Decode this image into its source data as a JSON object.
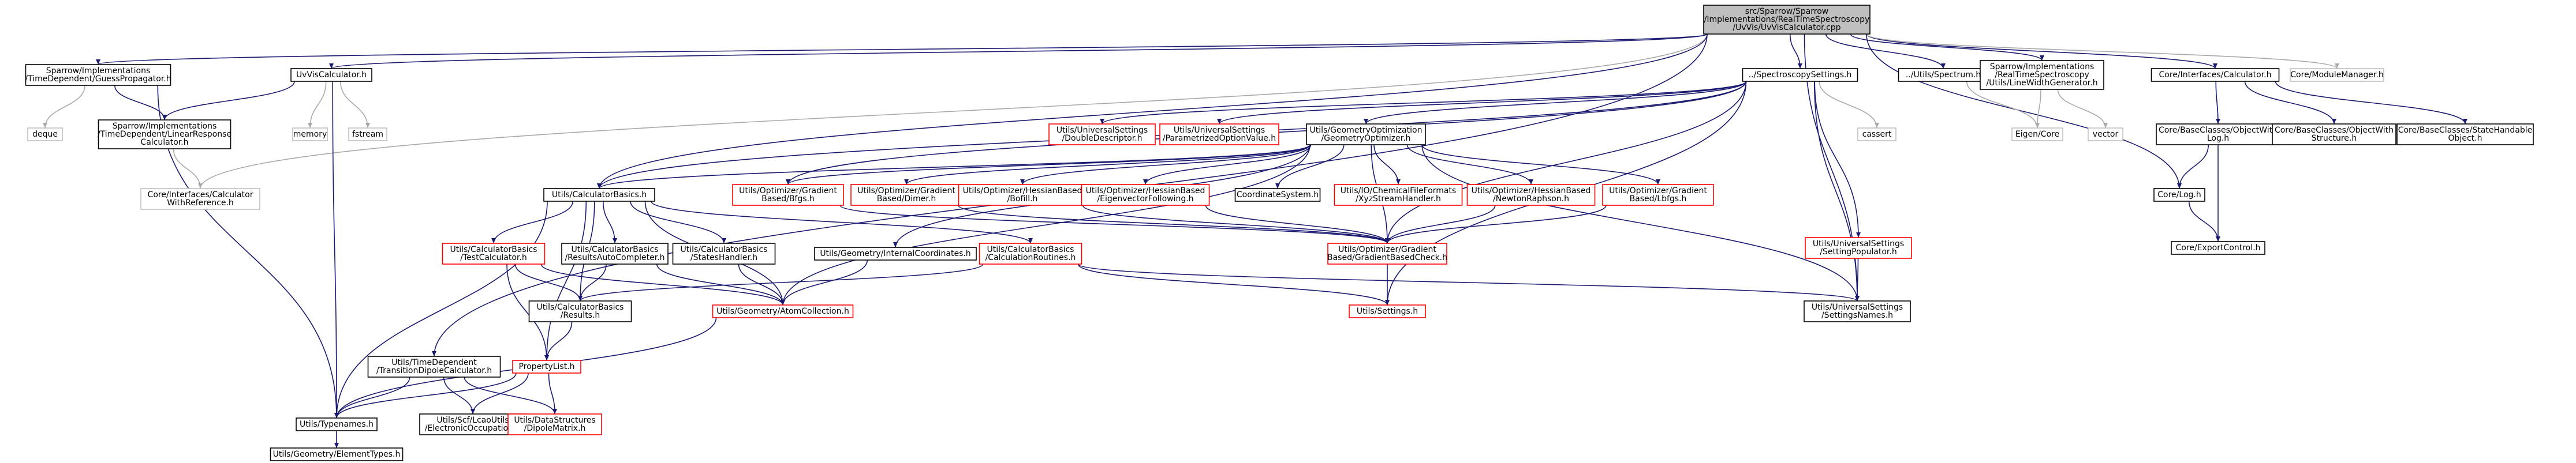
{
  "colors": {
    "edge_blue": "#191970",
    "edge_gray": "#a9a9a9",
    "border_black": "#000000",
    "border_red": "#ff0000",
    "border_gray": "#bfbfbf",
    "root_fill": "#bfbfbf",
    "text": "#000000",
    "text_red": "#000000"
  },
  "nodes": [
    {
      "id": "root",
      "lines": [
        "src/Sparrow/Sparrow",
        "/Implementations/RealTimeSpectroscopy",
        "/UvVis/UvVisCalculator.cpp"
      ],
      "style": "root"
    },
    {
      "id": "guess_prop",
      "lines": [
        "Sparrow/Implementations",
        "/TimeDependent/GuessPropagator.h"
      ],
      "style": "black"
    },
    {
      "id": "uvvis_calc",
      "lines": [
        "UvVisCalculator.h"
      ],
      "style": "black"
    },
    {
      "id": "spec_settings",
      "lines": [
        "../SpectroscopySettings.h"
      ],
      "style": "black"
    },
    {
      "id": "spectrum",
      "lines": [
        "../Utils/Spectrum.h"
      ],
      "style": "black"
    },
    {
      "id": "linewidth",
      "lines": [
        "Sparrow/Implementations",
        "/RealTimeSpectroscopy",
        "/Utils/LineWidthGenerator.h"
      ],
      "style": "black"
    },
    {
      "id": "core_calc",
      "lines": [
        "Core/Interfaces/Calculator.h"
      ],
      "style": "black"
    },
    {
      "id": "core_module",
      "lines": [
        "Core/ModuleManager.h"
      ],
      "style": "gray"
    },
    {
      "id": "deque",
      "lines": [
        "deque"
      ],
      "style": "gray"
    },
    {
      "id": "linear_resp",
      "lines": [
        "Sparrow/Implementations",
        "/TimeDependent/LinearResponse",
        "Calculator.h"
      ],
      "style": "black"
    },
    {
      "id": "memory",
      "lines": [
        "memory"
      ],
      "style": "gray"
    },
    {
      "id": "fstream",
      "lines": [
        "fstream"
      ],
      "style": "gray"
    },
    {
      "id": "double_desc",
      "lines": [
        "Utils/UniversalSettings",
        "/DoubleDescriptor.h"
      ],
      "style": "red"
    },
    {
      "id": "param_opt",
      "lines": [
        "Utils/UniversalSettings",
        "/ParametrizedOptionValue.h"
      ],
      "style": "red"
    },
    {
      "id": "geom_opt",
      "lines": [
        "Utils/GeometryOptimization",
        "/GeometryOptimizer.h"
      ],
      "style": "black"
    },
    {
      "id": "cassert",
      "lines": [
        "cassert"
      ],
      "style": "gray"
    },
    {
      "id": "eigen",
      "lines": [
        "Eigen/Core"
      ],
      "style": "gray"
    },
    {
      "id": "vector",
      "lines": [
        "vector"
      ],
      "style": "gray"
    },
    {
      "id": "obj_log",
      "lines": [
        "Core/BaseClasses/ObjectWith",
        "Log.h"
      ],
      "style": "black"
    },
    {
      "id": "obj_struct",
      "lines": [
        "Core/BaseClasses/ObjectWith",
        "Structure.h"
      ],
      "style": "black"
    },
    {
      "id": "state_obj",
      "lines": [
        "Core/BaseClasses/StateHandable",
        "Object.h"
      ],
      "style": "black"
    },
    {
      "id": "calc_withref",
      "lines": [
        "Core/Interfaces/Calculator",
        "WithReference.h"
      ],
      "style": "gray"
    },
    {
      "id": "calc_basics",
      "lines": [
        "Utils/CalculatorBasics.h"
      ],
      "style": "black"
    },
    {
      "id": "bfgs",
      "lines": [
        "Utils/Optimizer/Gradient",
        "Based/Bfgs.h"
      ],
      "style": "red"
    },
    {
      "id": "dimer",
      "lines": [
        "Utils/Optimizer/Gradient",
        "Based/Dimer.h"
      ],
      "style": "red"
    },
    {
      "id": "bofill",
      "lines": [
        "Utils/Optimizer/HessianBased",
        "/Bofill.h"
      ],
      "style": "red"
    },
    {
      "id": "eigvec",
      "lines": [
        "Utils/Optimizer/HessianBased",
        "/EigenvectorFollowing.h"
      ],
      "style": "red"
    },
    {
      "id": "coordsys",
      "lines": [
        "CoordinateSystem.h"
      ],
      "style": "black"
    },
    {
      "id": "xyz",
      "lines": [
        "Utils/IO/ChemicalFileFormats",
        "/XyzStreamHandler.h"
      ],
      "style": "red"
    },
    {
      "id": "newton",
      "lines": [
        "Utils/Optimizer/HessianBased",
        "/NewtonRaphson.h"
      ],
      "style": "red"
    },
    {
      "id": "lbfgs",
      "lines": [
        "Utils/Optimizer/Gradient",
        "Based/Lbfgs.h"
      ],
      "style": "red"
    },
    {
      "id": "setting_pop",
      "lines": [
        "Utils/UniversalSettings",
        "/SettingPopulator.h"
      ],
      "style": "red"
    },
    {
      "id": "log",
      "lines": [
        "Core/Log.h"
      ],
      "style": "black"
    },
    {
      "id": "test_calc",
      "lines": [
        "Utils/CalculatorBasics",
        "/TestCalculator.h"
      ],
      "style": "red"
    },
    {
      "id": "results_auto",
      "lines": [
        "Utils/CalculatorBasics",
        "/ResultsAutoCompleter.h"
      ],
      "style": "black"
    },
    {
      "id": "states_handler",
      "lines": [
        "Utils/CalculatorBasics",
        "/StatesHandler.h"
      ],
      "style": "black"
    },
    {
      "id": "internal_coords",
      "lines": [
        "Utils/Geometry/InternalCoordinates.h"
      ],
      "style": "black"
    },
    {
      "id": "calc_routines",
      "lines": [
        "Utils/CalculatorBasics",
        "/CalculationRoutines.h"
      ],
      "style": "red"
    },
    {
      "id": "grad_check",
      "lines": [
        "Utils/Optimizer/Gradient",
        "Based/GradientBasedCheck.h"
      ],
      "style": "red"
    },
    {
      "id": "export_ctrl",
      "lines": [
        "Core/ExportControl.h"
      ],
      "style": "black"
    },
    {
      "id": "results",
      "lines": [
        "Utils/CalculatorBasics",
        "/Results.h"
      ],
      "style": "black"
    },
    {
      "id": "atom_coll",
      "lines": [
        "Utils/Geometry/AtomCollection.h"
      ],
      "style": "red"
    },
    {
      "id": "settings",
      "lines": [
        "Utils/Settings.h"
      ],
      "style": "red"
    },
    {
      "id": "settings_names",
      "lines": [
        "Utils/UniversalSettings",
        "/SettingsNames.h"
      ],
      "style": "black"
    },
    {
      "id": "td_dipole",
      "lines": [
        "Utils/TimeDependent",
        "/TransitionDipoleCalculator.h"
      ],
      "style": "black"
    },
    {
      "id": "prop_list",
      "lines": [
        "PropertyList.h"
      ],
      "style": "red"
    },
    {
      "id": "typenames",
      "lines": [
        "Utils/Typenames.h"
      ],
      "style": "black"
    },
    {
      "id": "electronic_occ",
      "lines": [
        "Utils/Scf/LcaoUtils",
        "/ElectronicOccupation.h"
      ],
      "style": "black"
    },
    {
      "id": "dipole_matrix",
      "lines": [
        "Utils/DataStructures",
        "/DipoleMatrix.h"
      ],
      "style": "red"
    },
    {
      "id": "element_types",
      "lines": [
        "Utils/Geometry/ElementTypes.h"
      ],
      "style": "black"
    }
  ],
  "edges": [
    [
      "root",
      "guess_prop"
    ],
    [
      "root",
      "uvvis_calc"
    ],
    [
      "root",
      "spec_settings"
    ],
    [
      "root",
      "spectrum"
    ],
    [
      "root",
      "linewidth"
    ],
    [
      "root",
      "core_calc"
    ],
    [
      "root",
      "core_module"
    ],
    [
      "root",
      "calc_withref"
    ],
    [
      "root",
      "calc_basics"
    ],
    [
      "root",
      "td_dipole"
    ],
    [
      "root",
      "log"
    ],
    [
      "root",
      "settings_names"
    ],
    [
      "guess_prop",
      "deque"
    ],
    [
      "guess_prop",
      "linear_resp"
    ],
    [
      "guess_prop",
      "typenames"
    ],
    [
      "uvvis_calc",
      "linear_resp"
    ],
    [
      "uvvis_calc",
      "memory"
    ],
    [
      "uvvis_calc",
      "fstream"
    ],
    [
      "uvvis_calc",
      "typenames"
    ],
    [
      "linear_resp",
      "calc_withref"
    ],
    [
      "spec_settings",
      "double_desc"
    ],
    [
      "spec_settings",
      "param_opt"
    ],
    [
      "spec_settings",
      "geom_opt"
    ],
    [
      "spec_settings",
      "cassert"
    ],
    [
      "spec_settings",
      "calc_basics"
    ],
    [
      "spec_settings",
      "setting_pop"
    ],
    [
      "spec_settings",
      "settings_names"
    ],
    [
      "spec_settings",
      "settings"
    ],
    [
      "spec_settings",
      "grad_check"
    ],
    [
      "spec_settings",
      "bfgs"
    ],
    [
      "spectrum",
      "eigen"
    ],
    [
      "linewidth",
      "eigen"
    ],
    [
      "linewidth",
      "vector"
    ],
    [
      "core_calc",
      "obj_log"
    ],
    [
      "core_calc",
      "obj_struct"
    ],
    [
      "core_calc",
      "state_obj"
    ],
    [
      "obj_log",
      "log"
    ],
    [
      "obj_log",
      "export_ctrl"
    ],
    [
      "log",
      "export_ctrl"
    ],
    [
      "geom_opt",
      "calc_basics"
    ],
    [
      "geom_opt",
      "bfgs"
    ],
    [
      "geom_opt",
      "dimer"
    ],
    [
      "geom_opt",
      "bofill"
    ],
    [
      "geom_opt",
      "eigvec"
    ],
    [
      "geom_opt",
      "coordsys"
    ],
    [
      "geom_opt",
      "xyz"
    ],
    [
      "geom_opt",
      "newton"
    ],
    [
      "geom_opt",
      "lbfgs"
    ],
    [
      "geom_opt",
      "internal_coords"
    ],
    [
      "geom_opt",
      "grad_check"
    ],
    [
      "geom_opt",
      "settings_names"
    ],
    [
      "geom_opt",
      "atom_coll"
    ],
    [
      "calc_basics",
      "test_calc"
    ],
    [
      "calc_basics",
      "results_auto"
    ],
    [
      "calc_basics",
      "states_handler"
    ],
    [
      "calc_basics",
      "calc_routines"
    ],
    [
      "calc_basics",
      "results"
    ],
    [
      "calc_basics",
      "prop_list"
    ],
    [
      "calc_basics",
      "typenames"
    ],
    [
      "calc_basics",
      "atom_coll"
    ],
    [
      "bfgs",
      "grad_check"
    ],
    [
      "dimer",
      "grad_check"
    ],
    [
      "bofill",
      "grad_check"
    ],
    [
      "eigvec",
      "grad_check"
    ],
    [
      "newton",
      "grad_check"
    ],
    [
      "lbfgs",
      "grad_check"
    ],
    [
      "setting_pop",
      "settings_names"
    ],
    [
      "test_calc",
      "results"
    ],
    [
      "test_calc",
      "prop_list"
    ],
    [
      "test_calc",
      "atom_coll"
    ],
    [
      "results_auto",
      "results"
    ],
    [
      "results_auto",
      "atom_coll"
    ],
    [
      "states_handler",
      "atom_coll"
    ],
    [
      "internal_coords",
      "atom_coll"
    ],
    [
      "calc_routines",
      "results"
    ],
    [
      "calc_routines",
      "settings"
    ],
    [
      "calc_routines",
      "settings_names"
    ],
    [
      "grad_check",
      "settings"
    ],
    [
      "results",
      "prop_list"
    ],
    [
      "atom_coll",
      "typenames"
    ],
    [
      "td_dipole",
      "typenames"
    ],
    [
      "td_dipole",
      "electronic_occ"
    ],
    [
      "td_dipole",
      "dipole_matrix"
    ],
    [
      "prop_list",
      "typenames"
    ],
    [
      "prop_list",
      "electronic_occ"
    ],
    [
      "prop_list",
      "dipole_matrix"
    ],
    [
      "typenames",
      "element_types"
    ]
  ]
}
